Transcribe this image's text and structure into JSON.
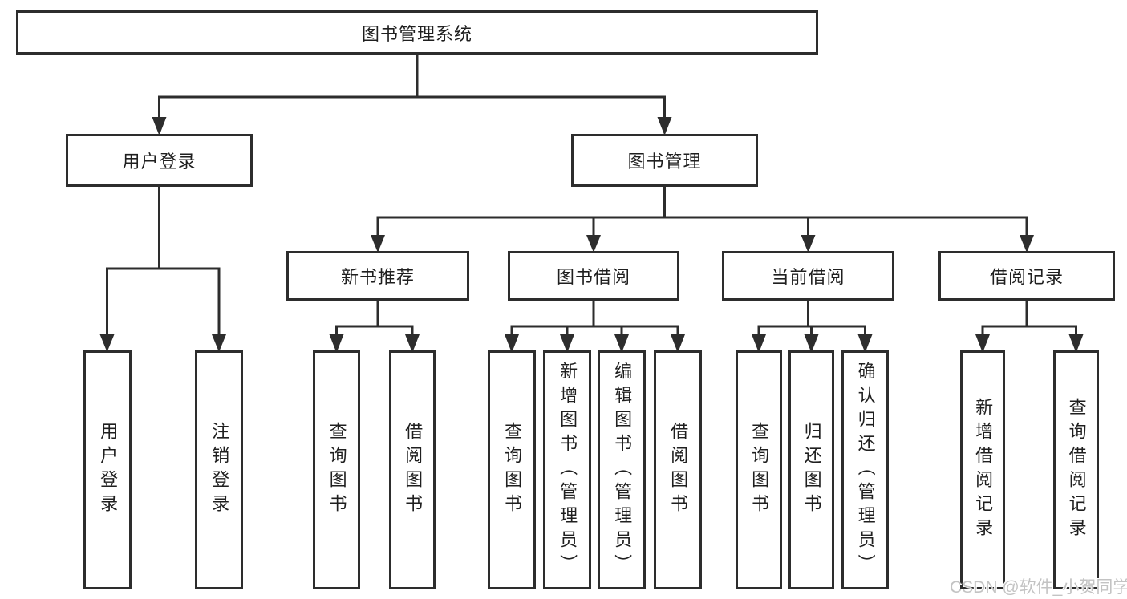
{
  "tree": {
    "root": {
      "label": "图书管理系统",
      "children": [
        {
          "label": "用户登录",
          "children": [
            {
              "label": "用户登录"
            },
            {
              "label": "注销登录"
            }
          ]
        },
        {
          "label": "图书管理",
          "children": [
            {
              "label": "新书推荐",
              "children": [
                {
                  "label": "查询图书"
                },
                {
                  "label": "借阅图书"
                }
              ]
            },
            {
              "label": "图书借阅",
              "children": [
                {
                  "label": "查询图书"
                },
                {
                  "label": "新增图书（管理员）"
                },
                {
                  "label": "编辑图书（管理员）"
                },
                {
                  "label": "借阅图书"
                }
              ]
            },
            {
              "label": "当前借阅",
              "children": [
                {
                  "label": "查询图书"
                },
                {
                  "label": "归还图书"
                },
                {
                  "label": "确认归还（管理员）"
                }
              ]
            },
            {
              "label": "借阅记录",
              "children": [
                {
                  "label": "新增借阅记录"
                },
                {
                  "label": "查询借阅记录"
                }
              ]
            }
          ]
        }
      ]
    }
  },
  "watermark": {
    "text": "CSDN @软件_小贺同学"
  },
  "colors": {
    "line": "#2d2d2d",
    "box_border": "#2d2d2d",
    "text": "#1f1f1f",
    "background": "#ffffff",
    "watermark": "#c3c3c3"
  }
}
